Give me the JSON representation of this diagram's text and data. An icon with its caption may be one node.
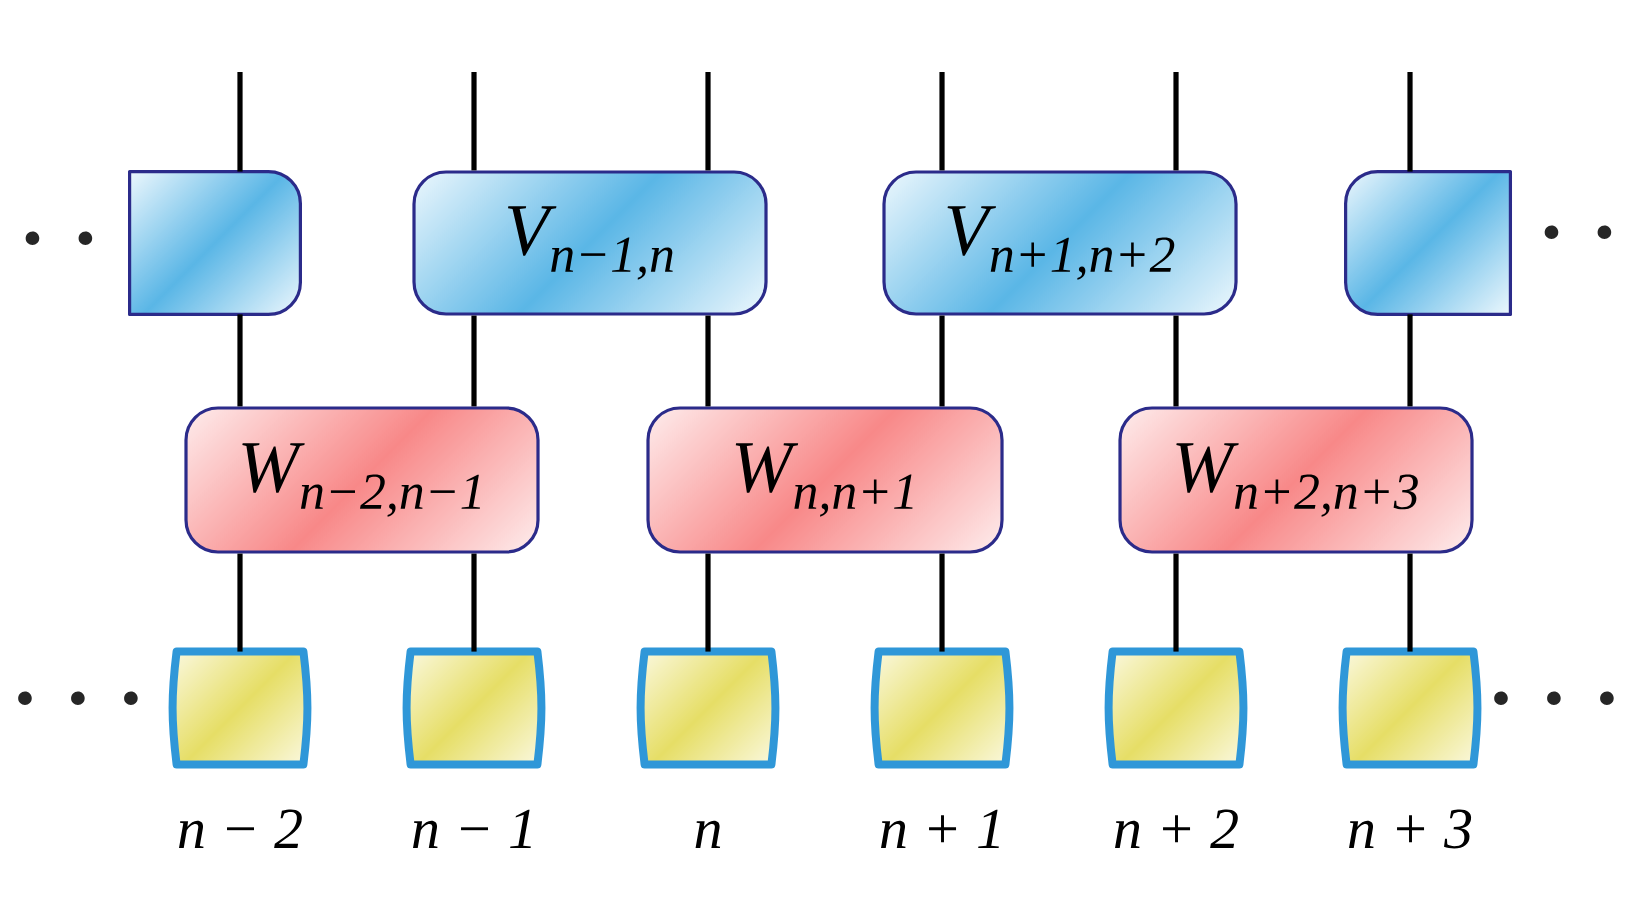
{
  "diagram": {
    "nodes": [
      {
        "text": [],
        "shape": "box"
      },
      {
        "text": [
          "V$_{n−1,n}$"
        ]
      },
      {
        "text": [
          "V$_{n+1,n+2}$"
        ]
      },
      {
        "text": [],
        "shape": "box"
      },
      {
        "text": [
          "W$_{n−2,n−1}$"
        ]
      },
      {
        "text": [
          "W$_{n,n+1}$"
        ]
      },
      {
        "text": [
          "W$_{n+2,n+3}$"
        ]
      },
      {
        "text": [],
        "shape": "box",
        "beside": [
          "n − 2"
        ]
      },
      {
        "text": [],
        "shape": "box",
        "beside": [
          "n − 1"
        ]
      },
      {
        "text": [],
        "shape": "box",
        "beside": [
          "n"
        ]
      },
      {
        "text": [],
        "shape": "box",
        "beside": [
          "n + 1"
        ]
      },
      {
        "text": [],
        "shape": "box",
        "beside": [
          "n + 2"
        ]
      },
      {
        "text": [],
        "shape": "box",
        "beside": [
          "n + 3"
        ]
      }
    ],
    "edges": [
      {
        "from": 0,
        "to": null,
        "arrow": "none"
      },
      {
        "from": 1,
        "to": null,
        "arrow": "none"
      },
      {
        "from": 1,
        "to": null,
        "arrow": "none"
      },
      {
        "from": 2,
        "to": null,
        "arrow": "none"
      },
      {
        "from": 2,
        "to": null,
        "arrow": "none"
      },
      {
        "from": 3,
        "to": null,
        "arrow": "none"
      },
      {
        "from": 0,
        "to": 4,
        "arrow": "none"
      },
      {
        "from": 1,
        "to": 4,
        "arrow": "none"
      },
      {
        "from": 1,
        "to": 5,
        "arrow": "none"
      },
      {
        "from": 2,
        "to": 5,
        "arrow": "none"
      },
      {
        "from": 2,
        "to": 6,
        "arrow": "none"
      },
      {
        "from": 3,
        "to": 6,
        "arrow": "none"
      },
      {
        "from": 4,
        "to": 7,
        "arrow": "none"
      },
      {
        "from": 4,
        "to": 8,
        "arrow": "none"
      },
      {
        "from": 5,
        "to": 9,
        "arrow": "none"
      },
      {
        "from": 5,
        "to": 10,
        "arrow": "none"
      },
      {
        "from": 6,
        "to": 11,
        "arrow": "none"
      },
      {
        "from": 6,
        "to": 12,
        "arrow": "none"
      }
    ],
    "labels": [
      "· ·",
      "· ·",
      "· · ·",
      "· · ·"
    ]
  }
}
